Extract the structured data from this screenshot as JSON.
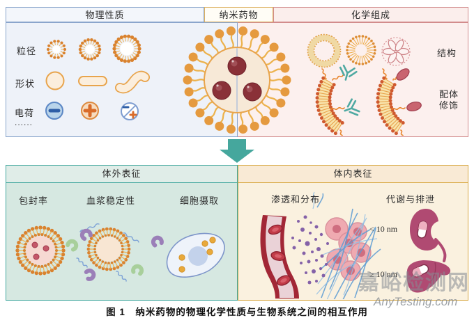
{
  "top_headers": {
    "left": "物理性质",
    "center": "纳米药物",
    "right": "化学组成"
  },
  "physical_panel": {
    "rows": [
      {
        "label": "粒径"
      },
      {
        "label": "形状"
      },
      {
        "label": "电荷"
      }
    ],
    "ellipsis": "......"
  },
  "chemical_panel": {
    "structure_label": "结构",
    "ligand_label_line1": "配体",
    "ligand_label_line2": "修饰"
  },
  "invitro_panel": {
    "header": "体外表征",
    "items": [
      "包封率",
      "血浆稳定性",
      "细胞摄取"
    ]
  },
  "invivo_panel": {
    "header": "体内表征",
    "items": [
      "渗透和分布",
      "代谢与排泄"
    ],
    "size_small": "< 10 nm",
    "size_large": "≥ 10 nm"
  },
  "caption": "图 1　纳米药物的物理化学性质与生物系统之间的相互作用",
  "watermark": {
    "line1": "嘉峪检测网",
    "line2": "AnyTesting.com"
  },
  "colors": {
    "blue_border": "#8aa5cc",
    "pink_border": "#d28c8c",
    "gold_border": "#ddb05e",
    "teal_border": "#44a89f",
    "amber_border": "#d8a944",
    "arrow_teal": "#45a79d",
    "lipid_orange": "#e59a3f",
    "drug_maroon": "#8a3138",
    "antibody_teal": "#4fa9a2",
    "organ_pink": "#b04a72",
    "fiber_blue": "#5b9bd3",
    "nanoparticle_purple": "#7a55a3"
  }
}
